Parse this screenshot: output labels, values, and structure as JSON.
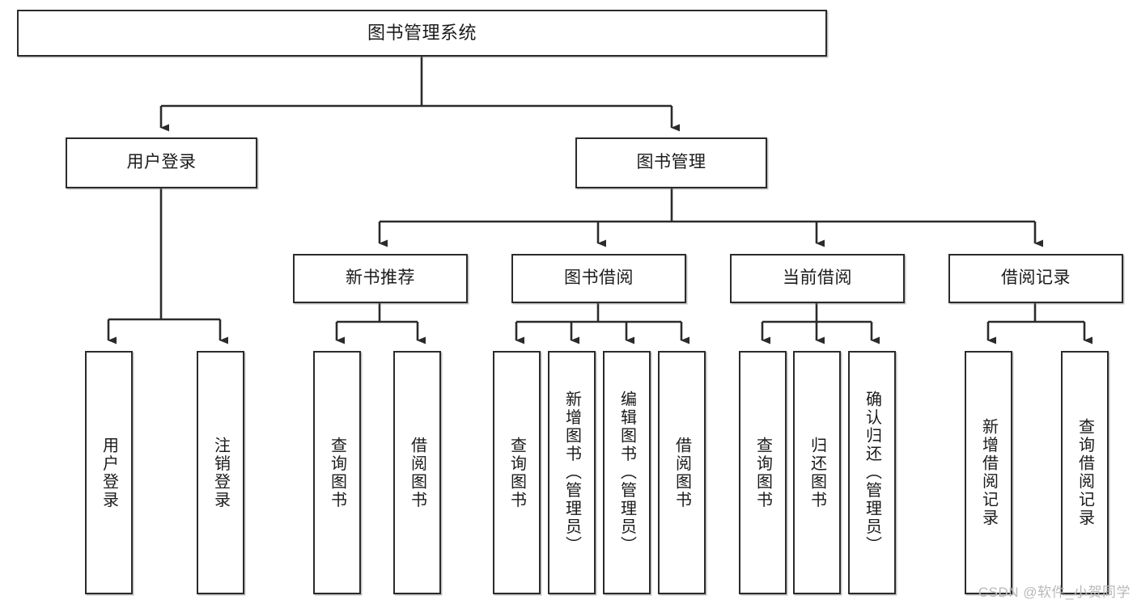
{
  "diagram": {
    "title": "图书管理系统",
    "type": "tree-hierarchy-diagram",
    "watermark": "CSDN @软件_小贺同学",
    "colors": {
      "box_border": "#2b2b2b",
      "box_fill": "#ffffff",
      "text": "#1b1b1b",
      "edge": "#2b2b2b",
      "watermark": "#b9b9b9",
      "background": "#ffffff"
    },
    "nodes": {
      "root": {
        "label": "图书管理系统"
      },
      "level2": [
        {
          "label": "用户登录"
        },
        {
          "label": "图书管理"
        }
      ],
      "level3": [
        {
          "label": "新书推荐"
        },
        {
          "label": "图书借阅"
        },
        {
          "label": "当前借阅"
        },
        {
          "label": "借阅记录"
        }
      ],
      "leaves": {
        "user_login": [
          {
            "label": "用户登录"
          },
          {
            "label": "注销登录"
          }
        ],
        "new_book_recommend": [
          {
            "label": "查询图书"
          },
          {
            "label": "借阅图书"
          }
        ],
        "book_borrow": [
          {
            "label": "查询图书"
          },
          {
            "label": "新增图书（管理员）"
          },
          {
            "label": "编辑图书（管理员）"
          },
          {
            "label": "借阅图书"
          }
        ],
        "current_borrow": [
          {
            "label": "查询图书"
          },
          {
            "label": "归还图书"
          },
          {
            "label": "确认归还（管理员）"
          }
        ],
        "borrow_record": [
          {
            "label": "新增借阅记录"
          },
          {
            "label": "查询借阅记录"
          }
        ]
      }
    }
  }
}
